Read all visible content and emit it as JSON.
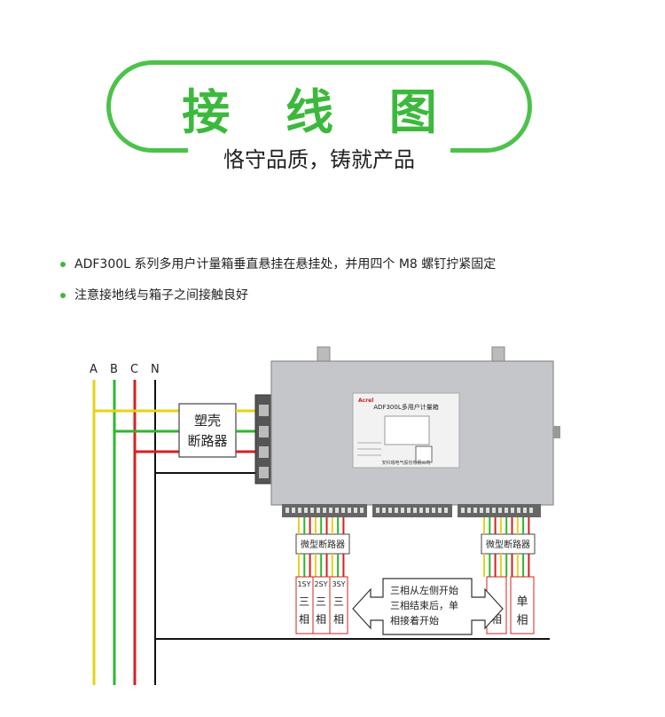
{
  "header": {
    "title": "接 线 图",
    "subtitle": "恪守品质，铸就产品"
  },
  "notes": [
    "ADF300L 系列多用户计量箱垂直悬挂在悬挂处，并用四个 M8 螺钉拧紧固定",
    "注意接地线与箱子之间接触良好"
  ],
  "diagram": {
    "phases": [
      "A",
      "B",
      "C",
      "N"
    ],
    "mccb_label_1": "塑壳",
    "mccb_label_2": "断路器",
    "device_brand": "Acrel",
    "device_name": "ADF300L多用户计量箱",
    "device_maker": "安科瑞电气股份有限公司",
    "left_breaker": "微型断路器",
    "right_breaker": "微型断路器",
    "left_groups": [
      "1SY",
      "2SY",
      "3SY"
    ],
    "three_phase_char_1": "三",
    "three_phase_char_2": "相",
    "single_phase_char_1": "单",
    "single_phase_char_2": "相",
    "arrow_note_1": "三相从左侧开始",
    "arrow_note_2": "三相结束后，单",
    "arrow_note_3": "相接着开始",
    "colors": {
      "phase_a": "#e6d21a",
      "phase_b": "#2fb62f",
      "phase_c": "#d62020",
      "neutral": "#111111",
      "accent": "#3cb93c"
    }
  }
}
